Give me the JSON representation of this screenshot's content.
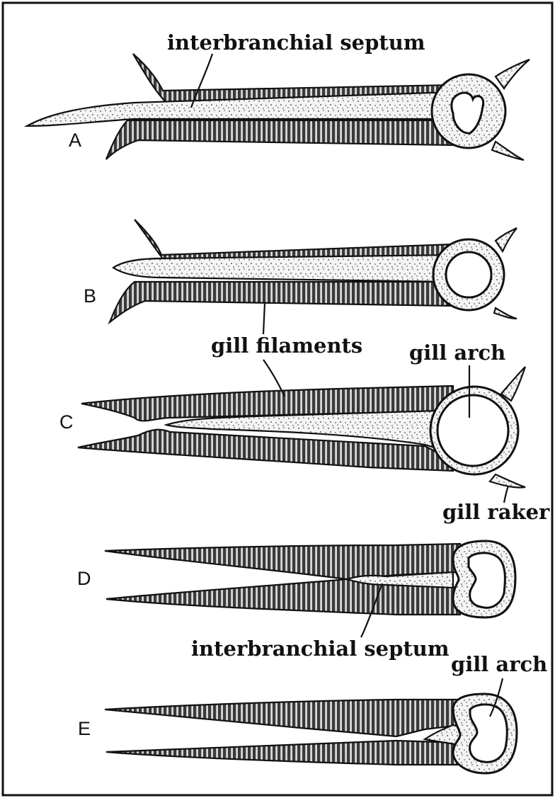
{
  "colors": {
    "ink": "#111111",
    "paper": "#ffffff",
    "filament_hatch": "#2a2a2a"
  },
  "panels": [
    {
      "letter": "A"
    },
    {
      "letter": "B"
    },
    {
      "letter": "C"
    },
    {
      "letter": "D"
    },
    {
      "letter": "E"
    }
  ],
  "labels": {
    "interbranchial_septum_top": "interbranchial septum",
    "gill_filaments": "gill filaments",
    "gill_arch_c": "gill arch",
    "gill_raker": "gill raker",
    "interbranchial_septum_d": "interbranchial septum",
    "gill_arch_e": "gill arch"
  }
}
